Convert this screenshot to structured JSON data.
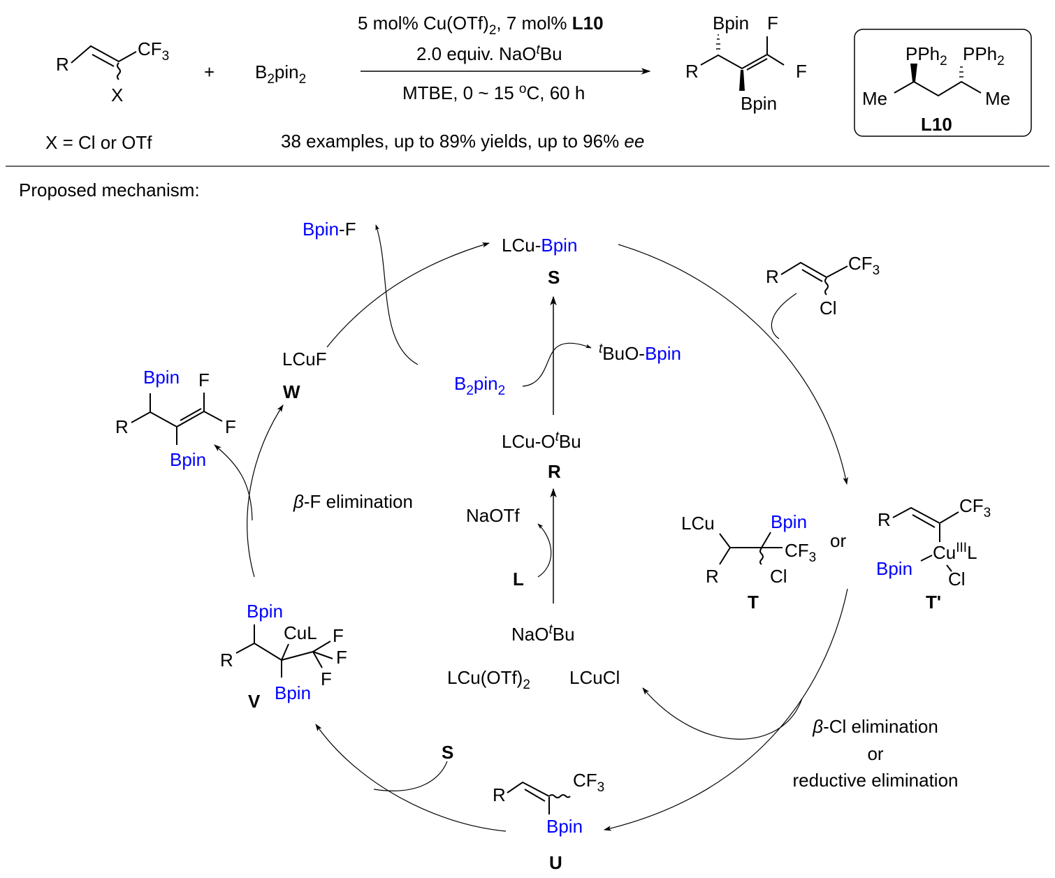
{
  "header": {
    "reactant_substituent": "R",
    "reactant_cf3": "CF",
    "reactant_cf3_sub": "3",
    "reactant_x": "X",
    "plus": "+",
    "b2pin2": {
      "b": "B",
      "sub1": "2",
      "pin": "pin",
      "sub2": "2"
    },
    "x_definition": "X = Cl or OTf",
    "conditions_line1": {
      "prefix": "5 mol% Cu(OTf)",
      "sub": "2",
      "mid": ", 7 mol% ",
      "ligand": "L10"
    },
    "conditions_line2": {
      "prefix": "2.0 equiv. NaO",
      "sup": "t",
      "suffix": "Bu"
    },
    "conditions_line3": {
      "prefix": "MTBE, 0 ~ 15 ",
      "sup": "o",
      "suffix": "C, 60 h"
    },
    "scope_summary": {
      "text": "38 examples, up to 89% yields, up to 96% ",
      "ee": "ee"
    },
    "product": {
      "r": "R",
      "bpin_top": "Bpin",
      "bpin_bottom": "Bpin",
      "f1": "F",
      "f2": "F"
    },
    "ligand_box": {
      "pph2_left": "PPh",
      "pph2_right": "PPh",
      "sub": "2",
      "me_left": "Me",
      "me_right": "Me",
      "label": "L10"
    }
  },
  "mechanism": {
    "title": "Proposed mechanism:",
    "colors": {
      "boron": "#0000ff",
      "text": "#000000"
    },
    "S": {
      "formula_cu": "LCu-",
      "formula_bpin": "Bpin",
      "label": "S"
    },
    "R": {
      "formula_prefix": "LCu-O",
      "sup": "t",
      "suffix": "Bu",
      "label": "R"
    },
    "W": {
      "formula": "LCuF",
      "label": "W"
    },
    "bpin_f": {
      "bpin": "Bpin",
      "f": "-F"
    },
    "b2pin2": {
      "b": "B",
      "sub1": "2",
      "pin": "pin",
      "sub2": "2"
    },
    "tbuo_bpin": {
      "sup": "t",
      "buo": "BuO-",
      "bpin": "Bpin"
    },
    "naotf": "NaOTf",
    "ligand_L": "L",
    "naotbu": {
      "prefix": "NaO",
      "sup": "t",
      "suffix": "Bu"
    },
    "precatalysts": {
      "cu_otf": "LCu(OTf)",
      "sub": "2",
      "cucl": "LCuCl"
    },
    "substrate": {
      "r": "R",
      "cf3": "CF",
      "sub": "3",
      "cl": "Cl"
    },
    "T": {
      "lcu": "LCu",
      "bpin": "Bpin",
      "cf3": "CF",
      "sub": "3",
      "r": "R",
      "cl": "Cl",
      "label": "T"
    },
    "or": "or",
    "T_prime": {
      "r": "R",
      "cf3": "CF",
      "sub": "3",
      "cu": "Cu",
      "sup": "III",
      "l": "L",
      "bpin": "Bpin",
      "cl": "Cl",
      "label": "T'"
    },
    "step_right": {
      "beta": "β",
      "line1": "-Cl elimination",
      "line2": "or",
      "line3": "reductive elimination"
    },
    "U": {
      "r": "R",
      "cf3": "CF",
      "sub": "3",
      "bpin": "Bpin",
      "label": "U"
    },
    "S_reagent": "S",
    "V": {
      "bpin_top": "Bpin",
      "cul": "CuL",
      "r": "R",
      "f1": "F",
      "f2": "F",
      "f3": "F",
      "bpin_bottom": "Bpin",
      "label": "V"
    },
    "step_left": {
      "beta": "β",
      "text": "-F elimination"
    },
    "product": {
      "bpin_top": "Bpin",
      "f1": "F",
      "r": "R",
      "f2": "F",
      "bpin_bottom": "Bpin"
    }
  }
}
